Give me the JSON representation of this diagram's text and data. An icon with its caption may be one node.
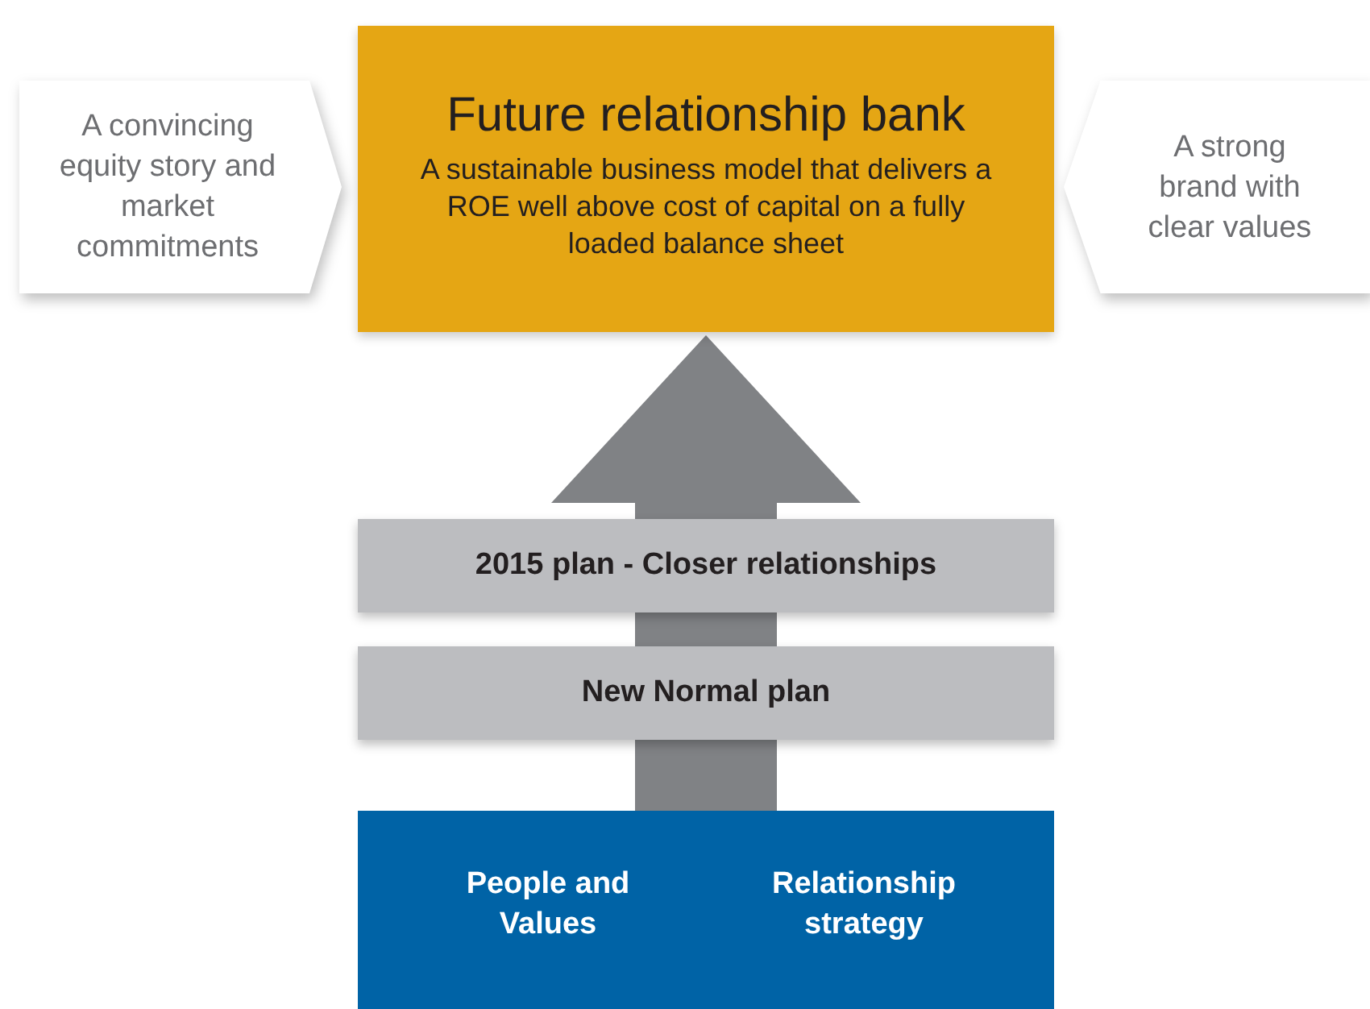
{
  "diagram": {
    "nodes": [
      {
        "text": [
          "A convincing equity story and market commitments"
        ]
      },
      {
        "text": [
          "Future relationship bank",
          "A sustainable business model that delivers a ROE well above cost of capital on a fully loaded balance sheet"
        ]
      },
      {
        "text": [
          "A strong brand with clear values"
        ]
      },
      {
        "text": [
          "2015 plan - Closer relationships"
        ]
      },
      {
        "text": [
          "New Normal plan"
        ]
      },
      {
        "text": [
          "People and Values",
          "Relationship strategy"
        ]
      }
    ],
    "edges": [
      {
        "from": 5,
        "to": 4,
        "arrow": "none"
      },
      {
        "from": 4,
        "to": 3,
        "arrow": "none"
      },
      {
        "from": 3,
        "to": 1,
        "arrow": "to"
      }
    ]
  }
}
